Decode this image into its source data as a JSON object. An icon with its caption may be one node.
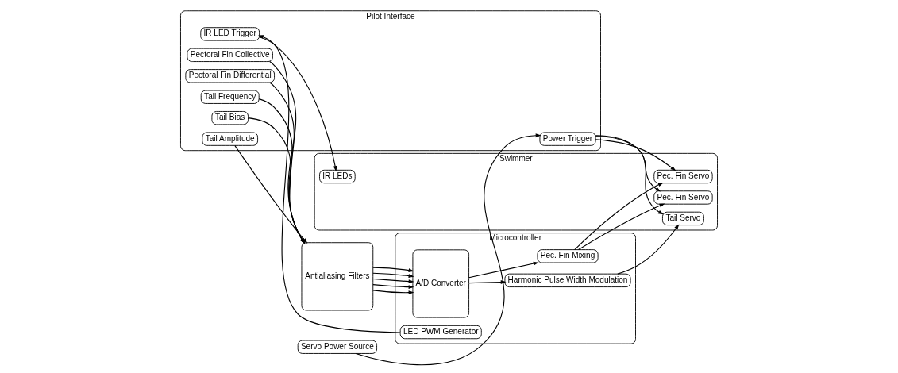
{
  "diagram": {
    "nodes": [
      {
        "text": [
          "Pilot Interface"
        ]
      },
      {
        "text": [
          "Tail Frequency"
        ],
        "in": 0
      },
      {
        "text": [
          "Tail Bias"
        ],
        "in": 0
      },
      {
        "text": [
          "Tail Amplitude"
        ],
        "in": 0
      },
      {
        "text": [
          "Pectoral Fin Collective"
        ],
        "in": 0
      },
      {
        "text": [
          "Pectoral Fin Differential"
        ],
        "in": 0
      },
      {
        "text": [
          "IR LED Trigger"
        ],
        "in": 0
      },
      {
        "text": [
          "Power Trigger"
        ],
        "in": 0
      },
      {
        "text": [
          "Antialiasing Filters"
        ]
      },
      {
        "text": [
          "Microcontroller"
        ]
      },
      {
        "text": [
          "A/D Converter"
        ],
        "in": 9
      },
      {
        "text": [
          "Harmonic Pulse Width Modulation"
        ],
        "in": 9
      },
      {
        "text": [
          "Pec. Fin Mixing"
        ],
        "in": 9
      },
      {
        "text": [
          "LED PWM Generator"
        ],
        "in": 9
      },
      {
        "text": [
          "Swimmer"
        ]
      },
      {
        "text": [
          "Tail Servo"
        ],
        "in": 14
      },
      {
        "text": [
          "Pec. Fin Servo"
        ],
        "in": 14
      },
      {
        "text": [
          "Pec. Fin Servo"
        ],
        "in": 14
      },
      {
        "text": [
          "IR LEDs"
        ],
        "in": 14
      },
      {
        "text": [
          "Servo Power Source"
        ]
      }
    ],
    "edges": [
      {
        "from": 1,
        "to": 8,
        "arrow": "to"
      },
      {
        "from": 2,
        "to": 8,
        "arrow": "to"
      },
      {
        "from": 3,
        "to": 8,
        "arrow": "to"
      },
      {
        "from": 4,
        "to": 8,
        "arrow": "to"
      },
      {
        "from": 5,
        "to": 8,
        "arrow": "to"
      },
      {
        "from": 8,
        "to": 10,
        "arrow": "to"
      },
      {
        "from": 8,
        "to": 10,
        "arrow": "to"
      },
      {
        "from": 8,
        "to": 10,
        "arrow": "to"
      },
      {
        "from": 8,
        "to": 10,
        "arrow": "to"
      },
      {
        "from": 8,
        "to": 10,
        "arrow": "to"
      },
      {
        "from": 10,
        "to": 11,
        "arrow": "to"
      },
      {
        "from": 10,
        "to": 12,
        "arrow": "to"
      },
      {
        "from": 11,
        "to": 15,
        "arrow": "to"
      },
      {
        "from": 12,
        "to": 16,
        "arrow": "to"
      },
      {
        "from": 12,
        "to": 17,
        "arrow": "to"
      },
      {
        "from": 13,
        "to": 6,
        "arrow": "to"
      },
      {
        "from": 6,
        "to": 18,
        "arrow": "to"
      },
      {
        "from": 19,
        "to": 7,
        "arrow": "to"
      },
      {
        "from": 7,
        "to": 17,
        "arrow": "to"
      },
      {
        "from": 7,
        "to": 16,
        "arrow": "to"
      },
      {
        "from": 7,
        "to": 15,
        "arrow": "to"
      }
    ]
  }
}
